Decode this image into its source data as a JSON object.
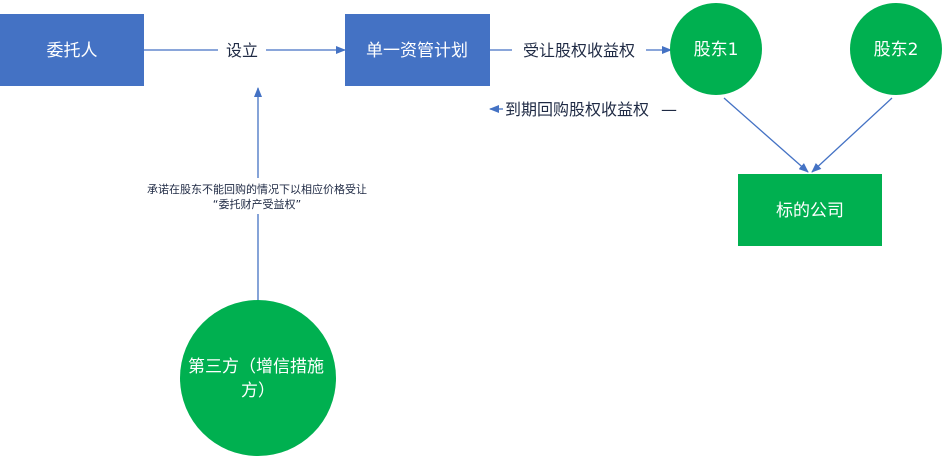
{
  "colors": {
    "box_blue": "#4472c4",
    "node_green": "#00b050",
    "arrow": "#4472c4",
    "text_dark": "#1f2a44"
  },
  "nodes": {
    "entrustor": "委托人",
    "plan": "单一资管计划",
    "shareholder1": "股东1",
    "shareholder2": "股东2",
    "target_company": "标的公司",
    "third_party_line1": "第三方（增信措施",
    "third_party_line2": "方）"
  },
  "edges": {
    "establish": "设立",
    "transfer": "受让股权收益权",
    "repurchase": "到期回购股权收益权",
    "repurchase_dash": "—",
    "commitment_line1": "承诺在股东不能回购的情况下以相应价格受让",
    "commitment_line2": "“委托财产受益权”"
  }
}
